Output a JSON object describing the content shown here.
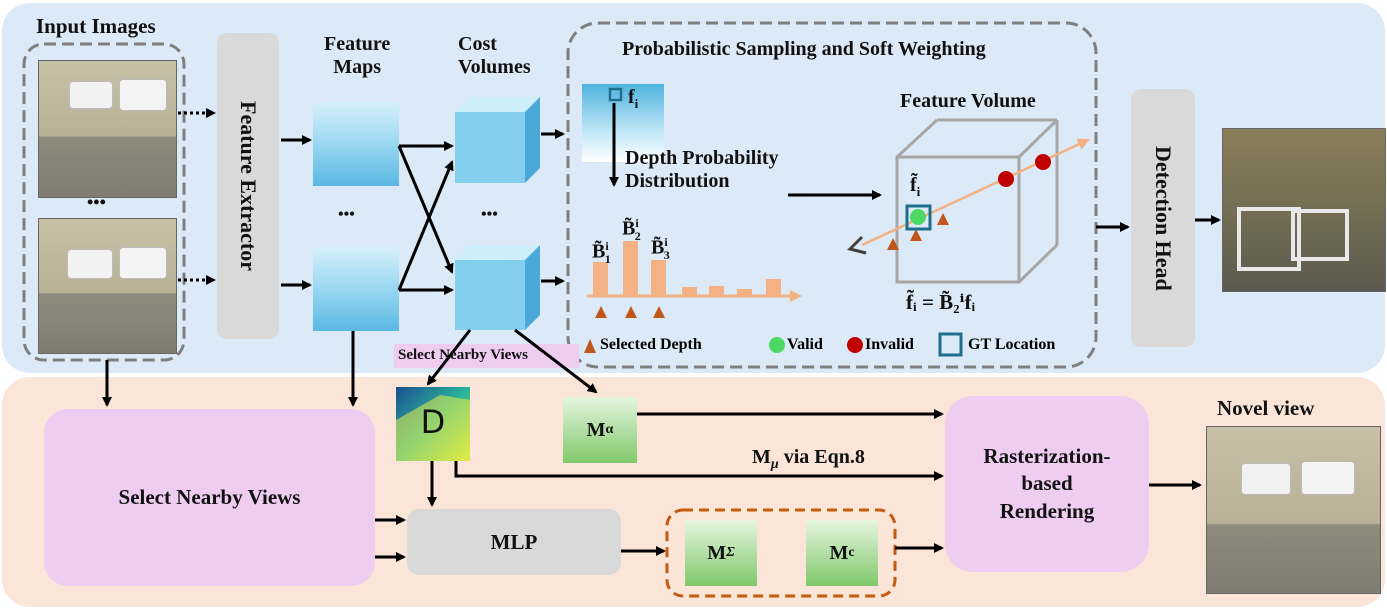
{
  "labels": {
    "input_images": "Input Images",
    "feature_extractor": "Feature Extractor",
    "feature_maps": "Feature\nMaps",
    "cost_volumes": "Cost\nVolumes",
    "ellipsis": "•••",
    "ellipsis_alt": "···",
    "prob_title": "Probabilistic Sampling and Soft Weighting",
    "fi": "f",
    "fi_sub": "i",
    "depth_dist": "Depth Probability\nDistribution",
    "feature_volume": "Feature Volume",
    "b1": "B̃",
    "b1_sup": "i",
    "b1_sub": "1",
    "b2": "B̃",
    "b2_sup": "i",
    "b2_sub": "2",
    "b3": "B̃",
    "b3_sup": "i",
    "b3_sub": "3",
    "fi_tilde": "f̃",
    "fi_tilde_sub": "i",
    "equation": "f̃ᵢ = B̃₂ⁱfᵢ",
    "detection_head": "Detection Head",
    "legend_selected": "Selected Depth",
    "legend_valid": "Valid",
    "legend_invalid": "Invalid",
    "legend_gt": "GT Location",
    "select_nearby_tag": "Select Nearby Views",
    "select_nearby_box": "Select Nearby Views",
    "depth_D": "D",
    "m_alpha": "M",
    "m_alpha_sub": "α",
    "m_mu": "M",
    "m_mu_sub": "μ",
    "m_mu_suffix": " via Eqn.8",
    "mlp": "MLP",
    "m_sigma": "M",
    "m_sigma_sub": "Σ",
    "m_c": "M",
    "m_c_sub": "c",
    "raster": "Rasterization-\nbased\nRendering",
    "novel_view": "Novel view"
  },
  "colors": {
    "top_panel": "#dce9f6",
    "bottom_panel": "#fbe4d8",
    "gray_box": "#d9d9d9",
    "pink_box": "#efcdf1",
    "orange_bar": "#f4b183",
    "orange_dashed": "#c55a11",
    "blue_tile": "#7fcdee",
    "green_box": "#9bd38a",
    "valid": "#4cd964",
    "invalid": "#c00000",
    "gt": "#1f6f8b",
    "selected_depth": "#c0561c"
  }
}
